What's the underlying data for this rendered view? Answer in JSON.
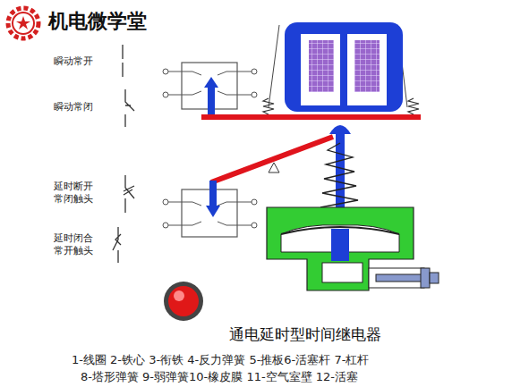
{
  "diagram": {
    "caption": "通电延时型时间继电器",
    "labels": [
      "机电微学堂",
      "瞬动常开",
      "瞬动常闭",
      "延时断开 常闭触头",
      "延时闭合 常开触头",
      "1-线圈 2-铁心 3-衔铁 4-反力弹簧 5-推板6-活塞杆 7-杠杆",
      "8-塔形弹簧 9-弱弹簧10-橡皮膜 11-空气室壁 12-活塞"
    ]
  }
}
